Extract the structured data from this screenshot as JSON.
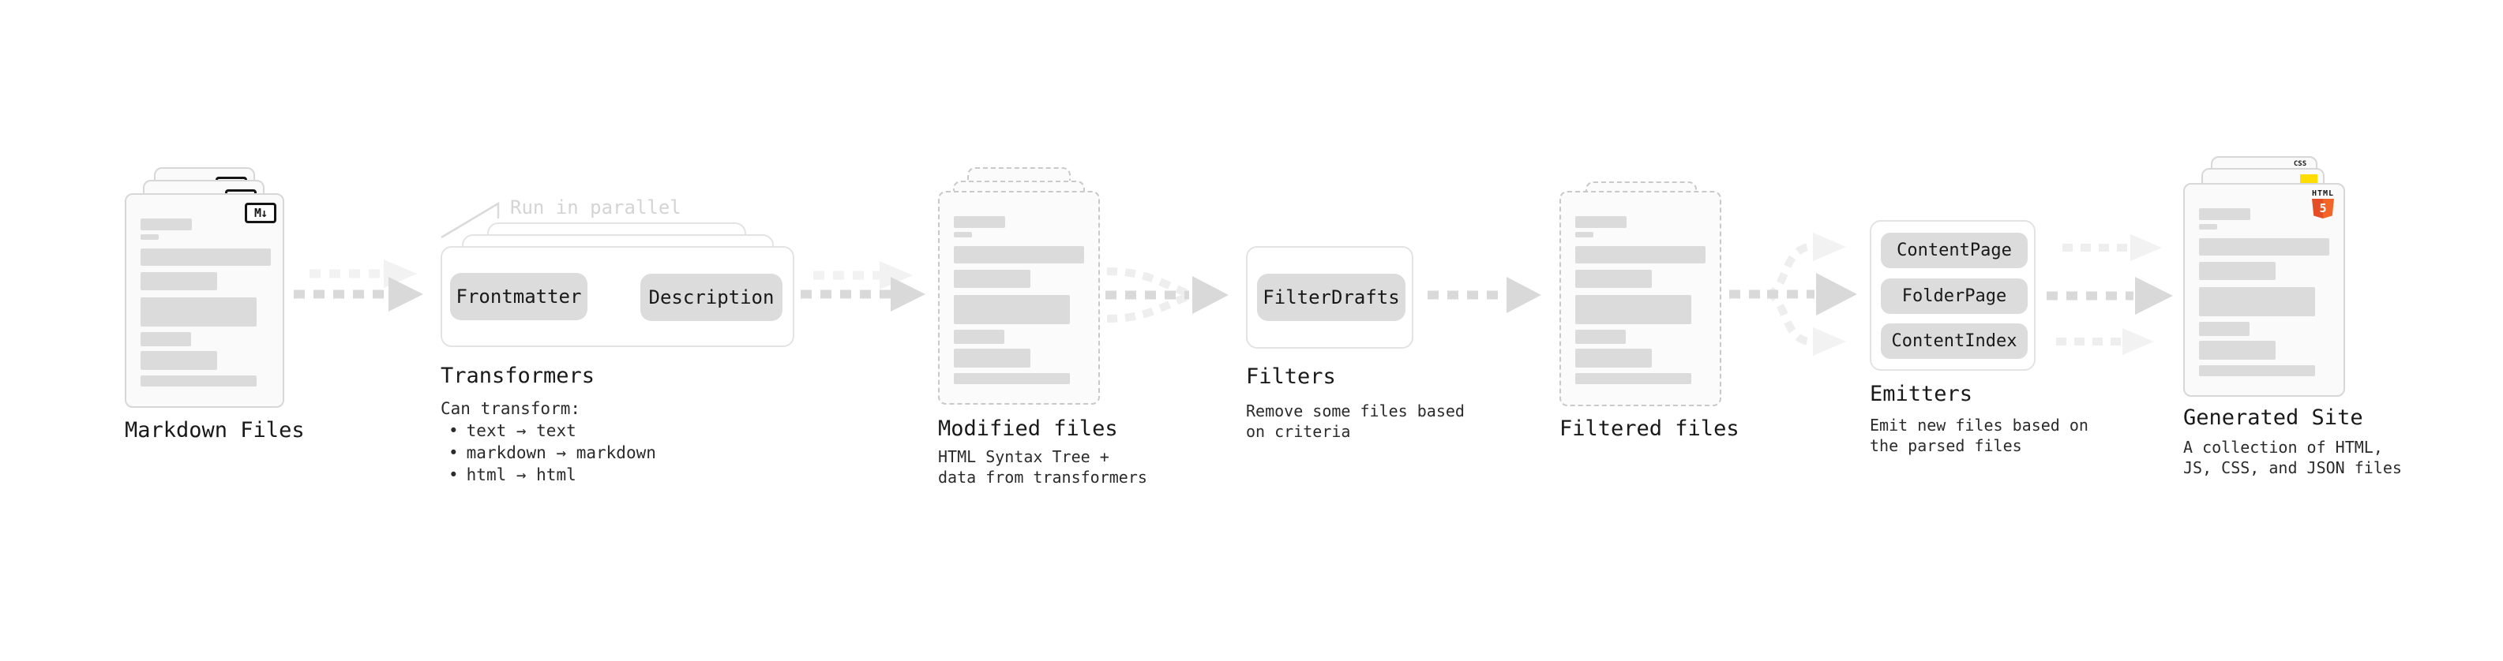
{
  "palette": {
    "arrow_gray": "#d9d9d9",
    "arrow_light": "#f2f2f2",
    "doc_border": "#d7d7d7",
    "doc_dashed_border": "#c9c9c9",
    "doc_fill": "#fafafa",
    "placeholder_bar": "#dbdbdb",
    "pill_fill": "#dcdcdc",
    "box_border": "#e3e3e3",
    "annotation_gray": "#d4d4d4",
    "html5_orange": "#e44d26",
    "html5_orange_light": "#f16529",
    "js_yellow": "#ffdd00",
    "css_blue": "#2862e9",
    "text": "#1f1f1f"
  },
  "stages": {
    "markdown_files": {
      "label": "Markdown Files",
      "icon_text": "M↓"
    },
    "transformers": {
      "label": "Transformers",
      "annotation": "Run in parallel",
      "pills": [
        "Frontmatter",
        "Description"
      ],
      "description_title": "Can transform:",
      "bullet_char": "•",
      "bullets": [
        "text → text",
        "markdown → markdown",
        "html → html"
      ]
    },
    "modified_files": {
      "label": "Modified files",
      "description_lines": [
        "HTML Syntax Tree +",
        "data from transformers"
      ]
    },
    "filters": {
      "label": "Filters",
      "pills": [
        "FilterDrafts"
      ],
      "description_lines": [
        "Remove some files based",
        "on criteria"
      ]
    },
    "filtered_files": {
      "label": "Filtered files"
    },
    "emitters": {
      "label": "Emitters",
      "pills": [
        "ContentPage",
        "FolderPage",
        "ContentIndex"
      ],
      "description_lines": [
        "Emit new files based on",
        "the parsed files"
      ]
    },
    "generated_site": {
      "label": "Generated Site",
      "description_lines": [
        "A collection of HTML,",
        "JS, CSS, and JSON files"
      ],
      "icons": {
        "html5": {
          "text": "HTML",
          "number": "5"
        },
        "css": {
          "text": "CSS"
        }
      }
    }
  }
}
